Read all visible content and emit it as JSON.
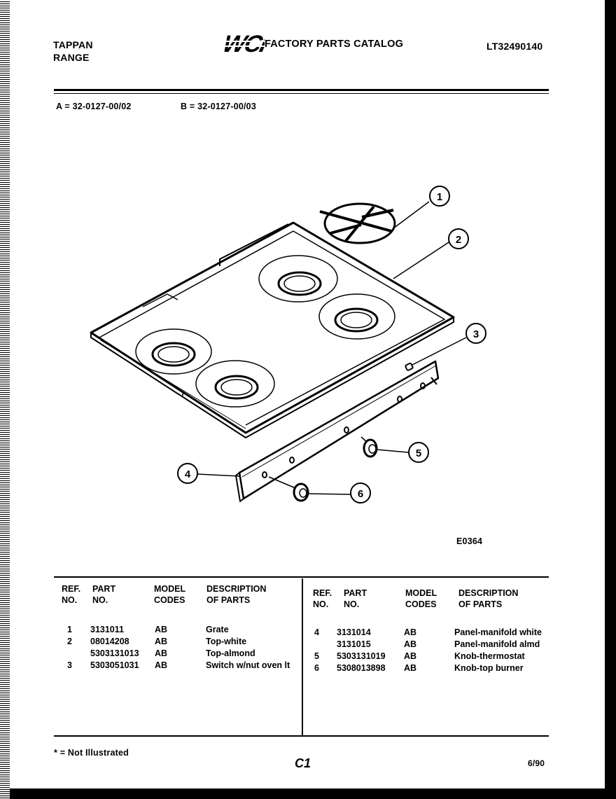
{
  "header": {
    "brand_line1": "TAPPAN",
    "brand_line2": "RANGE",
    "logo_text": "WCI",
    "catalog_title": "FACTORY PARTS CATALOG",
    "catalog_number": "LT32490140"
  },
  "models": {
    "a": "A = 32-0127-00/02",
    "b": "B = 32-0127-00/03"
  },
  "diagram": {
    "code": "E0364",
    "callouts": [
      "1",
      "2",
      "3",
      "4",
      "5",
      "6"
    ]
  },
  "table": {
    "headers": {
      "ref_1": "REF.",
      "ref_2": "NO.",
      "part_1": "PART",
      "part_2": "NO.",
      "model_1": "MODEL",
      "model_2": "CODES",
      "desc_1": "DESCRIPTION",
      "desc_2": "OF PARTS"
    },
    "left_rows": [
      {
        "ref": "1",
        "part": "3131011",
        "codes": "AB",
        "desc": "Grate"
      },
      {
        "ref": "2",
        "part": "08014208",
        "codes": "AB",
        "desc": "Top-white"
      },
      {
        "ref": "",
        "part": "5303131013",
        "codes": "AB",
        "desc": "Top-almond"
      },
      {
        "ref": "3",
        "part": "5303051031",
        "codes": "AB",
        "desc": "Switch w/nut oven lt"
      }
    ],
    "right_rows": [
      {
        "ref": "4",
        "part": "3131014",
        "codes": "AB",
        "desc": "Panel-manifold white"
      },
      {
        "ref": "",
        "part": "3131015",
        "codes": "AB",
        "desc": "Panel-manifold almd"
      },
      {
        "ref": "5",
        "part": "5303131019",
        "codes": "AB",
        "desc": "Knob-thermostat"
      },
      {
        "ref": "6",
        "part": "5308013898",
        "codes": "AB",
        "desc": "Knob-top burner"
      }
    ]
  },
  "footer": {
    "note": "* = Not Illustrated",
    "page_code": "C1",
    "date": "6/90"
  }
}
